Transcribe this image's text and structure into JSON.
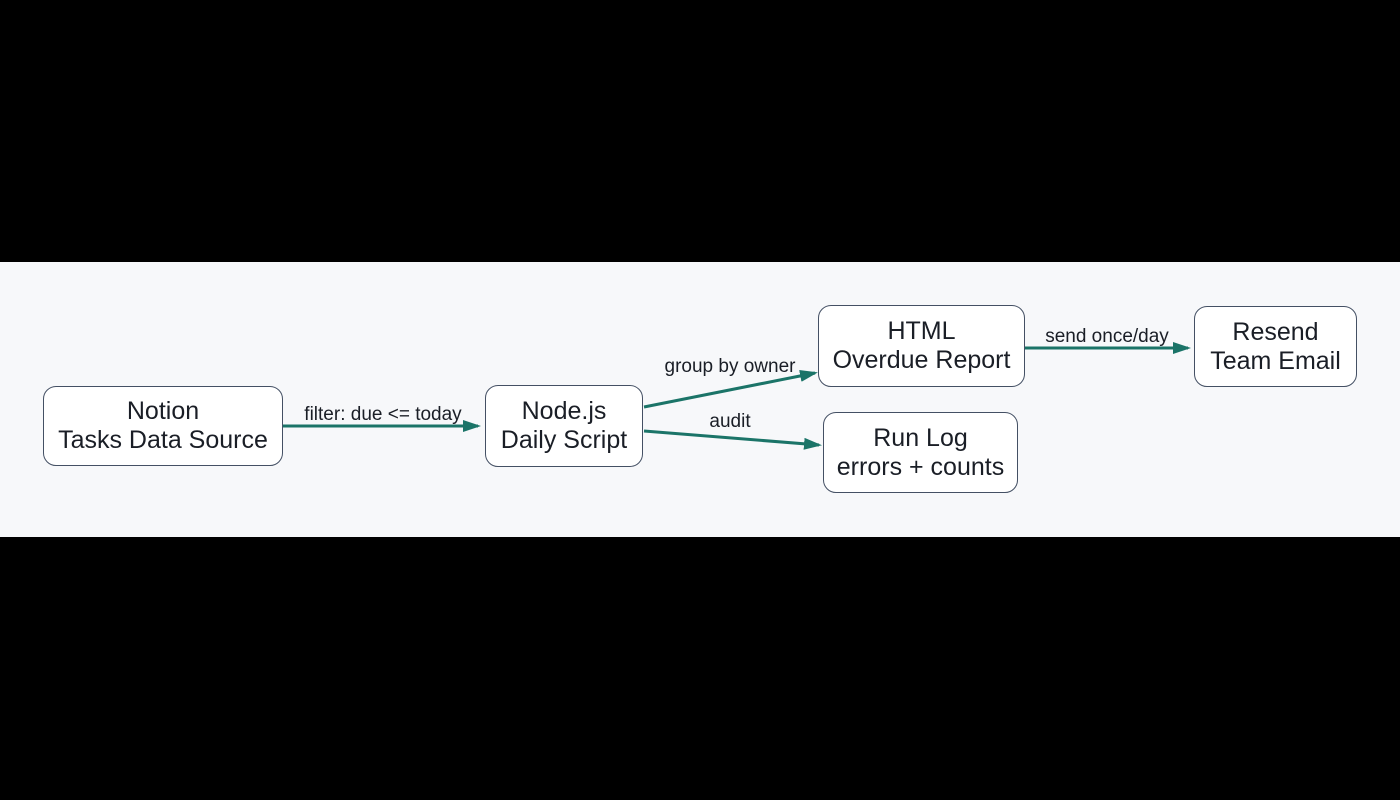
{
  "colors": {
    "page_bg": "#000000",
    "canvas_bg": "#f7f8fa",
    "edge": "#1b7468",
    "node_fill": "#ffffff",
    "node_border": "#445064",
    "text": "#1a1e26"
  },
  "diagram": {
    "type": "flowchart",
    "direction": "LR",
    "nodes": [
      {
        "id": "notion",
        "line1": "Notion",
        "line2": "Tasks Data Source"
      },
      {
        "id": "script",
        "line1": "Node.js",
        "line2": "Daily Script"
      },
      {
        "id": "report",
        "line1": "HTML",
        "line2": "Overdue Report"
      },
      {
        "id": "email",
        "line1": "Resend",
        "line2": "Team Email"
      },
      {
        "id": "runlog",
        "line1": "Run Log",
        "line2": "errors + counts"
      }
    ],
    "edges": [
      {
        "from": "notion",
        "to": "script",
        "label": "filter: due <= today"
      },
      {
        "from": "script",
        "to": "report",
        "label": "group by owner"
      },
      {
        "from": "script",
        "to": "runlog",
        "label": "audit"
      },
      {
        "from": "report",
        "to": "email",
        "label": "send once/day"
      }
    ]
  }
}
